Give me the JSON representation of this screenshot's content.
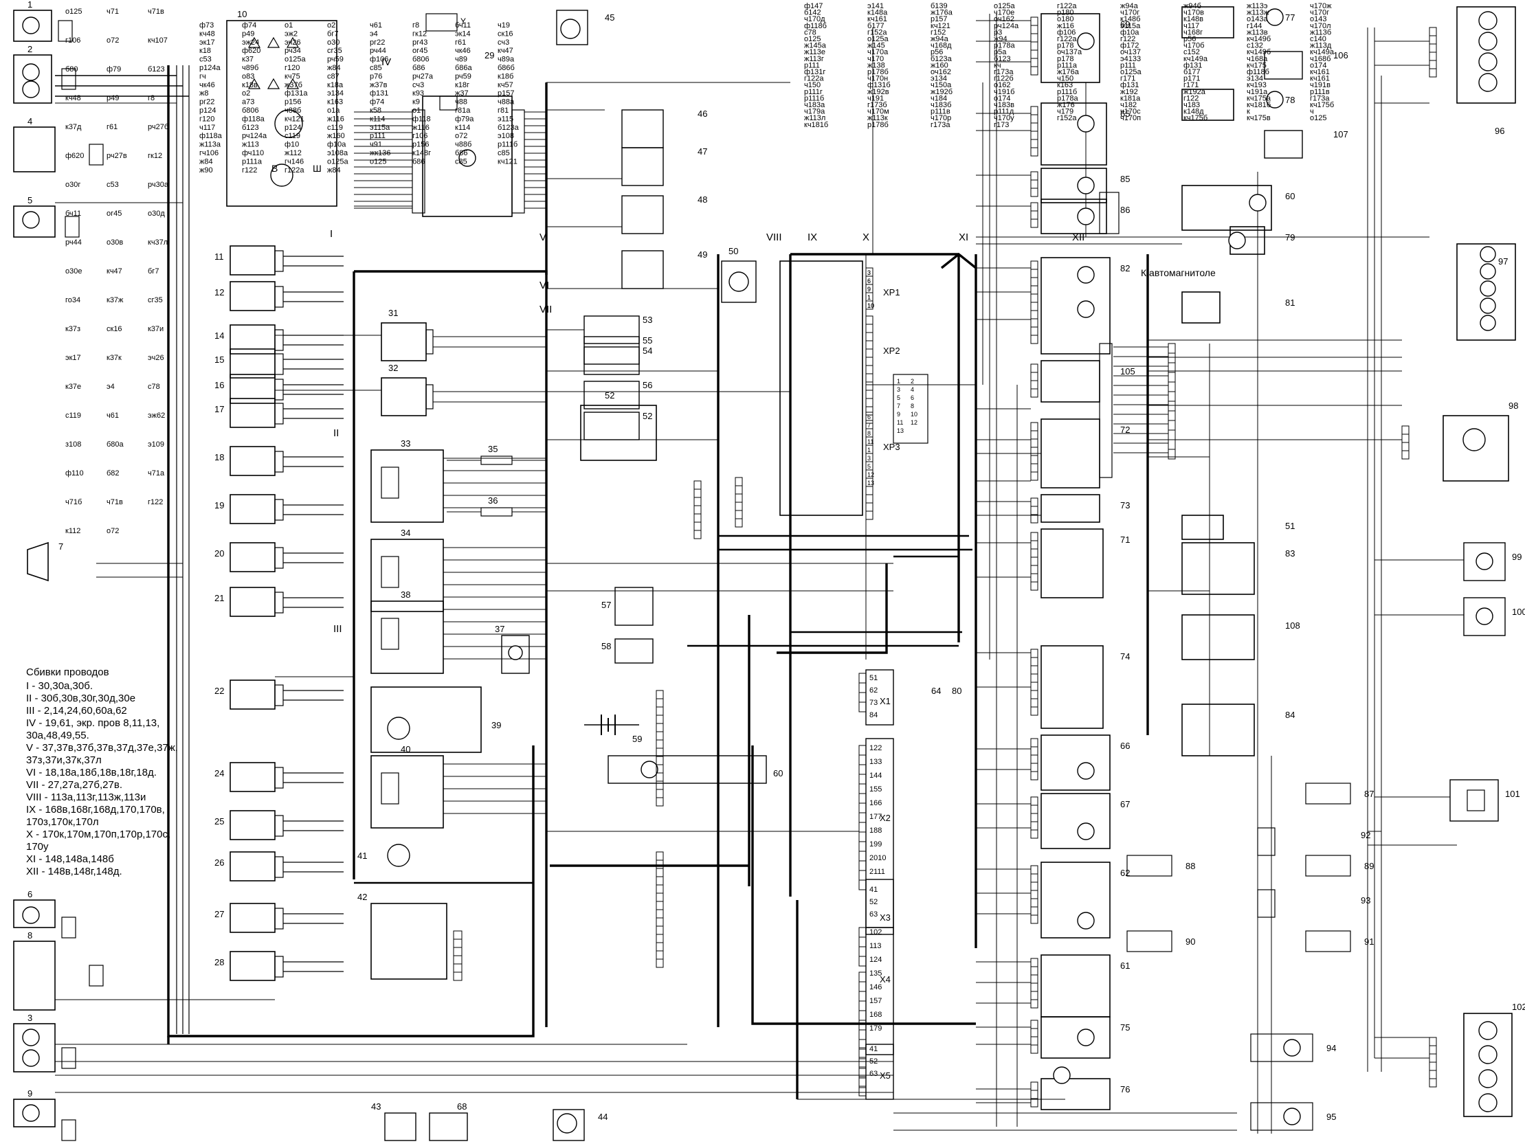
{
  "legend": {
    "title": "Сбивки проводов",
    "lines": [
      "I - 30,30а,30б.",
      "II - 30б,30в,30г,30д,30е",
      "III - 2,14,24,60,60а,62",
      "IV - 19,61, экр. пров 8,11,13,",
      "30а,48,49,55.",
      "V - 37,37в,37б,37в,37д,37е,37ж,",
      "37з,37и,37к,37л",
      "VI - 18,18а,18б,18в,18г,18д.",
      "VII - 27,27а,27б,27в.",
      "VIII - 113а,113г,113ж,113и",
      "IX - 168в,168г,168д,170,170в,",
      "170з,170к,170л",
      "X - 170к,170м,170п,170р,170с,",
      "170у",
      "XI - 148,148а,148б",
      "XII - 148в,148г,148д."
    ]
  },
  "harness_labels": [
    "I",
    "II",
    "III",
    "IV",
    "V",
    "VI",
    "VII",
    "VIII",
    "IX",
    "X",
    "XI",
    "XII"
  ],
  "components": [
    "1",
    "2",
    "3",
    "4",
    "5",
    "6",
    "7",
    "8",
    "9",
    "10",
    "11",
    "12",
    "14",
    "15",
    "16",
    "17",
    "18",
    "19",
    "20",
    "21",
    "22",
    "24",
    "25",
    "26",
    "27",
    "28",
    "29",
    "31",
    "32",
    "33",
    "34",
    "35",
    "36",
    "37",
    "38",
    "39",
    "40",
    "41",
    "42",
    "43",
    "44",
    "45",
    "46",
    "47",
    "48",
    "49",
    "50",
    "51",
    "52",
    "53",
    "54",
    "55",
    "56",
    "57",
    "58",
    "59",
    "60",
    "61",
    "62",
    "64",
    "65",
    "66",
    "67",
    "68",
    "69",
    "71",
    "72",
    "73",
    "74",
    "75",
    "76",
    "77",
    "78",
    "79",
    "80",
    "81",
    "82",
    "83",
    "84",
    "85",
    "86",
    "87",
    "88",
    "89",
    "90",
    "91",
    "92",
    "93",
    "94",
    "95",
    "96",
    "97",
    "98",
    "99",
    "100",
    "101",
    "102",
    "105",
    "106",
    "107",
    "108"
  ],
  "connectors": [
    "ХР1",
    "ХР2",
    "ХР3",
    "Х1",
    "Х2",
    "Х3",
    "Х4",
    "Х5"
  ],
  "note_radio": "К автомагнитоле",
  "wire_labels_left": [
    "о125",
    "ч71",
    "ч71в",
    "г106",
    "о72",
    "кч107",
    "б80",
    "ф79",
    "б123",
    "кч48",
    "р49",
    "г8",
    "к37д",
    "г61",
    "рч27б",
    "ф620",
    "рч27в",
    "гк12",
    "о30г",
    "с53",
    "рч30а",
    "бч11",
    "ог45",
    "о30д",
    "рч44",
    "о30в",
    "кч37л",
    "о30е",
    "кч47",
    "бг7",
    "го34",
    "к37ж",
    "сг35",
    "к37з",
    "ск16",
    "к37и",
    "эк17",
    "к37к",
    "эч26",
    "к37е",
    "э4",
    "с78",
    "с119",
    "ч61",
    "эж62",
    "з108",
    "б80а",
    "э109",
    "ф110",
    "б82",
    "ч71а",
    "ч71б",
    "ч71в",
    "г122",
    "к112",
    "о72"
  ],
  "wire_labels_center": [
    "ф73",
    "ф74",
    "о1",
    "о2",
    "ч61",
    "г8",
    "бч11",
    "ч19",
    "кч48",
    "р49",
    "эж2",
    "бг7",
    "э4",
    "гк12",
    "эк14",
    "ск16",
    "эк17",
    "эж24",
    "эч26",
    "о30",
    "рг22",
    "рг43",
    "г61",
    "сч3",
    "к18",
    "ф620",
    "рч34",
    "сг35",
    "рч44",
    "ог45",
    "чк46",
    "кч47",
    "с53",
    "к37",
    "о125а",
    "рч59",
    "ф106",
    "б806",
    "ч89",
    "ч89а",
    "р124а",
    "ч89б",
    "г120",
    "ж84",
    "с85",
    "б86",
    "б86а",
    "б86б",
    "гч",
    "о83",
    "кч75",
    "с87",
    "р76",
    "рч27а",
    "рч59",
    "к18б",
    "чк46",
    "к18в",
    "ж37б",
    "к18а",
    "ж37в",
    "сч3",
    "к18г",
    "кч57",
    "ж8",
    "о2",
    "ф131а",
    "э134",
    "ф131",
    "к93",
    "ж37",
    "р157",
    "рг22",
    "а73",
    "р156",
    "к163",
    "ф74",
    "к9",
    "ч88",
    "ч88а",
    "р124",
    "б806",
    "ч88б",
    "о1а",
    "к58",
    "о1",
    "г81а",
    "г81",
    "г120",
    "ф118а",
    "кч121",
    "ж116",
    "к114",
    "ф118",
    "ф79а",
    "э115",
    "ч117",
    "б123",
    "р124",
    "с119",
    "э115а",
    "ж116",
    "к114",
    "б123а",
    "ф118а",
    "рч124а",
    "с119",
    "ж160",
    "р111",
    "г106",
    "о72",
    "э108",
    "ж113а",
    "ж113",
    "ф10",
    "ф10а",
    "ч91",
    "р156",
    "ч88б",
    "р111б",
    "гч106",
    "фч110",
    "ж112",
    "э108а",
    "жк136",
    "к148г",
    "б86",
    "с85",
    "ж84",
    "р111а",
    "гч146",
    "о125а",
    "о125",
    "б86",
    "с85",
    "кч121",
    "ж90",
    "г122",
    "г122а",
    "ж84"
  ],
  "wire_labels_right": [
    "ф147",
    "э141",
    "б139",
    "о125а",
    "г122а",
    "ж94а",
    "ж94б",
    "ж113э",
    "ч170ж",
    "б142",
    "к148а",
    "ж176а",
    "ч170е",
    "р180",
    "ч170г",
    "ч170в",
    "ж113ж",
    "ч170г",
    "ч170д",
    "кч161",
    "р157",
    "оч162",
    "о180",
    "к148б",
    "к148в",
    "о143а",
    "о143",
    "ф118б",
    "б177",
    "кч121",
    "рч124а",
    "ж116",
    "э115а",
    "ч117",
    "г144",
    "ч170л",
    "с78",
    "г152а",
    "г152",
    "р3",
    "ф106",
    "ф10а",
    "ч168г",
    "ж113в",
    "ж113б",
    "о125",
    "о125а",
    "ж94а",
    "ж94",
    "г122а",
    "г122",
    "р56",
    "кч149б",
    "с140",
    "ж145а",
    "ж145",
    "ч168д",
    "р178а",
    "р178",
    "ф172",
    "ч170б",
    "с132",
    "ж113д",
    "ж113е",
    "ч170а",
    "р56",
    "р5а",
    "оч137а",
    "оч137",
    "с152",
    "кч149б",
    "кч149а",
    "ж113г",
    "ч170",
    "б123а",
    "б123",
    "р178",
    "э4133",
    "кч149а",
    "ч168а",
    "ч168б",
    "р111",
    "ж138",
    "ж160",
    "кч",
    "р111а",
    "р111",
    "ф131",
    "кч175",
    "о174",
    "ф131г",
    "р178б",
    "оч162",
    "г173а",
    "ж176а",
    "о125а",
    "б177",
    "ф118б",
    "кч161",
    "г122а",
    "ч170н",
    "э134",
    "г122б",
    "ч150",
    "г171",
    "р171",
    "э134",
    "кч161",
    "ч150",
    "ф131б",
    "ч150а",
    "о162",
    "к163",
    "ф131",
    "г171",
    "кч193",
    "ч191в",
    "р111г",
    "ж192в",
    "ж192б",
    "ч191б",
    "р111б",
    "ж192",
    "ж192а",
    "ч191а",
    "р111в",
    "р111б",
    "ч191",
    "ч184",
    "о174",
    "р178а",
    "к181а",
    "г122",
    "кч175а",
    "г173а",
    "ч183а",
    "г173б",
    "ч183б",
    "ч183в",
    "ж176",
    "ч182",
    "ч183",
    "кч181б",
    "кч175б",
    "ч179а",
    "ч170м",
    "р111в",
    "р111д",
    "ч179",
    "ч170с",
    "к148д",
    "к",
    "ч",
    "ж113л",
    "ж113к",
    "ч170р",
    "ч170у",
    "г152а",
    "ч170п",
    "кч175б",
    "кч175в",
    "о125",
    "кч181б",
    "р178б",
    "г173а",
    "г173"
  ],
  "connector_pins": {
    "XP1": [
      "3",
      "6",
      "9",
      "1",
      "10"
    ],
    "XP2": [
      "1",
      "2",
      "3",
      "4",
      "5",
      "6",
      "7",
      "8",
      "9",
      "10",
      "11",
      "12",
      "13"
    ],
    "XP3": [
      "6",
      "7",
      "8",
      "11",
      "1",
      "3",
      "5",
      "12",
      "13"
    ],
    "X1": [
      "51",
      "62",
      "73",
      "84"
    ],
    "X2": [
      "122",
      "133",
      "144",
      "155",
      "166",
      "177",
      "188",
      "199",
      "2010",
      "2111"
    ],
    "X3": [
      "41",
      "52",
      "63"
    ],
    "X4": [
      "102",
      "113",
      "124",
      "135",
      "146",
      "157",
      "168",
      "179"
    ],
    "X5": [
      "41",
      "52",
      "63"
    ]
  }
}
